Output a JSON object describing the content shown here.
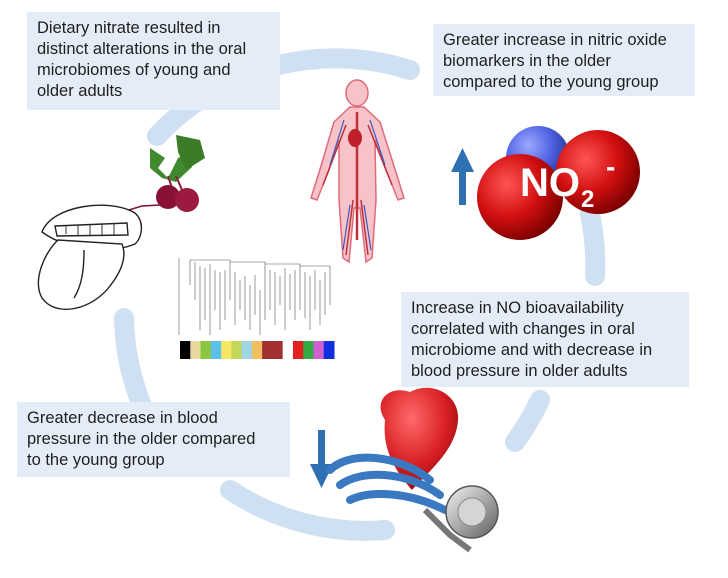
{
  "boxes": {
    "oral_microbiome": {
      "lines": [
        "Dietary nitrate resulted in",
        "distinct alterations in the oral",
        "microbiomes of young and",
        "older adults"
      ]
    },
    "nitric_oxide": {
      "lines": [
        "Greater increase in nitric oxide",
        "biomarkers in the older",
        "compared to the young group"
      ]
    },
    "bioavailability": {
      "lines": [
        "Increase in NO bioavailability",
        "correlated with changes in oral",
        "microbiome and with decrease in",
        "blood pressure in older adults"
      ]
    },
    "blood_pressure": {
      "lines": [
        "Greater decrease in blood",
        "pressure in the older compared",
        "to the young group"
      ]
    }
  },
  "molecule": {
    "formula": "NO",
    "subscript": "2",
    "charge": "-"
  },
  "arrows": {
    "nitric_oxide": "up",
    "blood_pressure": "down"
  },
  "colors": {
    "cycle_ring": "#cfe0f2",
    "text_box": "#e4edf7",
    "arrow": "#2f6fb3",
    "oxygen_red": "#d10f10",
    "nitrogen_blue": "#4d60e0",
    "heart_red": "#d81f24",
    "stethoscope_blue": "#3a78c2"
  },
  "dendrogram_color_bar": [
    "#000000",
    "#e8d8a0",
    "#8cc63f",
    "#5bc0eb",
    "#f5e663",
    "#c2d85a",
    "#9fd5e6",
    "#f0c060",
    "#a33030",
    "#a33030",
    "#ffffff",
    "#e32020",
    "#33aa44",
    "#d060d0",
    "#1030e0"
  ]
}
